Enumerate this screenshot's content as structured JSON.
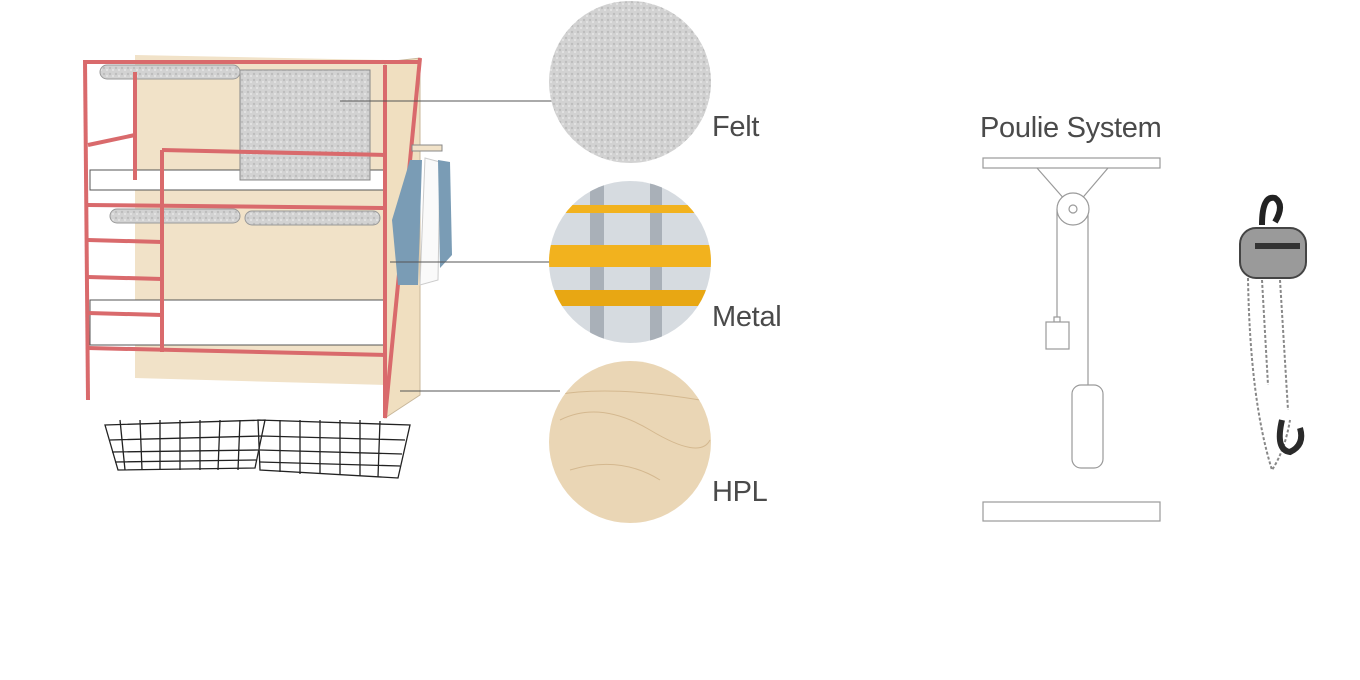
{
  "materials": [
    {
      "label": "Felt",
      "swatch_color": "#c9c9c9"
    },
    {
      "label": "Metal",
      "swatch_color": "#f2b21e"
    },
    {
      "label": "HPL",
      "swatch_color": "#ead6b5"
    }
  ],
  "poulie": {
    "title": "Poulie System"
  },
  "colors": {
    "frame": "#d96a6c",
    "wood": "#f1e2c8",
    "felt": "#d8d8d8",
    "line": "#9a9a9a",
    "text": "#4a4a4a"
  }
}
